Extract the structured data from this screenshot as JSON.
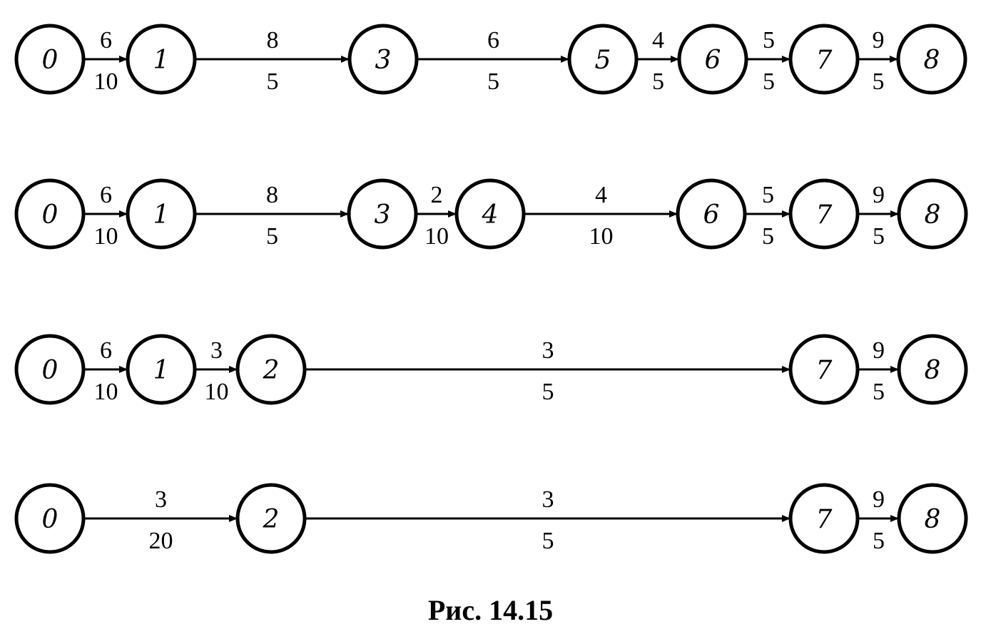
{
  "diagram": {
    "caption": "Рис. 14.15",
    "rows": [
      {
        "nodes": [
          "0",
          "1",
          "3",
          "5",
          "6",
          "7",
          "8"
        ],
        "edges": [
          {
            "from": "0",
            "to": "1",
            "top": "6",
            "bottom": "10"
          },
          {
            "from": "1",
            "to": "3",
            "top": "8",
            "bottom": "5"
          },
          {
            "from": "3",
            "to": "5",
            "top": "6",
            "bottom": "5"
          },
          {
            "from": "5",
            "to": "6",
            "top": "4",
            "bottom": "5"
          },
          {
            "from": "6",
            "to": "7",
            "top": "5",
            "bottom": "5"
          },
          {
            "from": "7",
            "to": "8",
            "top": "9",
            "bottom": "5"
          }
        ]
      },
      {
        "nodes": [
          "0",
          "1",
          "3",
          "4",
          "6",
          "7",
          "8"
        ],
        "edges": [
          {
            "from": "0",
            "to": "1",
            "top": "6",
            "bottom": "10"
          },
          {
            "from": "1",
            "to": "3",
            "top": "8",
            "bottom": "5"
          },
          {
            "from": "3",
            "to": "4",
            "top": "2",
            "bottom": "10"
          },
          {
            "from": "4",
            "to": "6",
            "top": "4",
            "bottom": "10"
          },
          {
            "from": "6",
            "to": "7",
            "top": "5",
            "bottom": "5"
          },
          {
            "from": "7",
            "to": "8",
            "top": "9",
            "bottom": "5"
          }
        ]
      },
      {
        "nodes": [
          "0",
          "1",
          "2",
          "7",
          "8"
        ],
        "edges": [
          {
            "from": "0",
            "to": "1",
            "top": "6",
            "bottom": "10"
          },
          {
            "from": "1",
            "to": "2",
            "top": "3",
            "bottom": "10"
          },
          {
            "from": "2",
            "to": "7",
            "top": "3",
            "bottom": "5"
          },
          {
            "from": "7",
            "to": "8",
            "top": "9",
            "bottom": "5"
          }
        ]
      },
      {
        "nodes": [
          "0",
          "2",
          "7",
          "8"
        ],
        "edges": [
          {
            "from": "0",
            "to": "2",
            "top": "3",
            "bottom": "20"
          },
          {
            "from": "2",
            "to": "7",
            "top": "3",
            "bottom": "5"
          },
          {
            "from": "7",
            "to": "8",
            "top": "9",
            "bottom": "5"
          }
        ]
      }
    ]
  }
}
